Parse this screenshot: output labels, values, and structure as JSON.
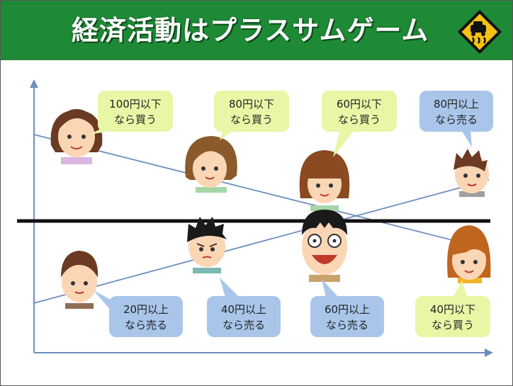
{
  "title": "経済活動はプラスサムゲーム",
  "buyers": [
    {
      "line1": "100円以下",
      "line2": "なら買う"
    },
    {
      "line1": "80円以下",
      "line2": "なら買う"
    },
    {
      "line1": "60円以下",
      "line2": "なら買う"
    },
    {
      "line1": "40円以下",
      "line2": "なら買う"
    }
  ],
  "sellers": [
    {
      "line1": "80円以上",
      "line2": "なら売る"
    },
    {
      "line1": "20円以上",
      "line2": "なら売る"
    },
    {
      "line1": "40円以上",
      "line2": "なら売る"
    },
    {
      "line1": "60円以上",
      "line2": "なら売る"
    }
  ],
  "colors": {
    "header": "#1e8a36",
    "buy_bubble": "#e8f7a6",
    "sell_bubble": "#a9c6ea",
    "line": "#6d8fbf",
    "axis": "#6d8fbf"
  }
}
